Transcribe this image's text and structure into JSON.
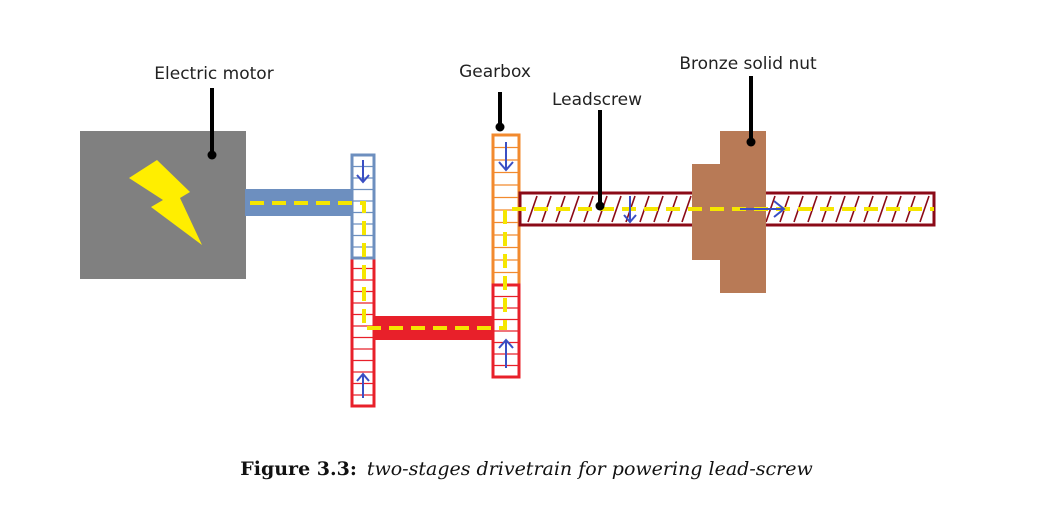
{
  "labels": {
    "motor": "Electric motor",
    "gearbox": "Gearbox",
    "leadscrew": "Leadscrew",
    "nut": "Bronze solid nut"
  },
  "caption": {
    "number": "Figure 3.3:",
    "text": "two-stages drivetrain for powering lead-screw"
  },
  "colors": {
    "motor_body": "#808080",
    "lightning": "#ffee00",
    "motor_shaft": "#6d8fbf",
    "gear1_outline": "#6d8fbf",
    "red_stage": "#e8202a",
    "gear_orange": "#f28a2e",
    "leadscrew": "#8b0a17",
    "nut": "#b87a56",
    "flow_line": "#f5e600",
    "arrow": "#3a4fc4",
    "leader": "#000000"
  },
  "icons": {
    "motor_symbol": "lightning-bolt-icon",
    "rotation_down": "arrow-down-icon",
    "rotation_up": "arrow-up-icon",
    "linear_motion": "arrow-right-icon"
  }
}
